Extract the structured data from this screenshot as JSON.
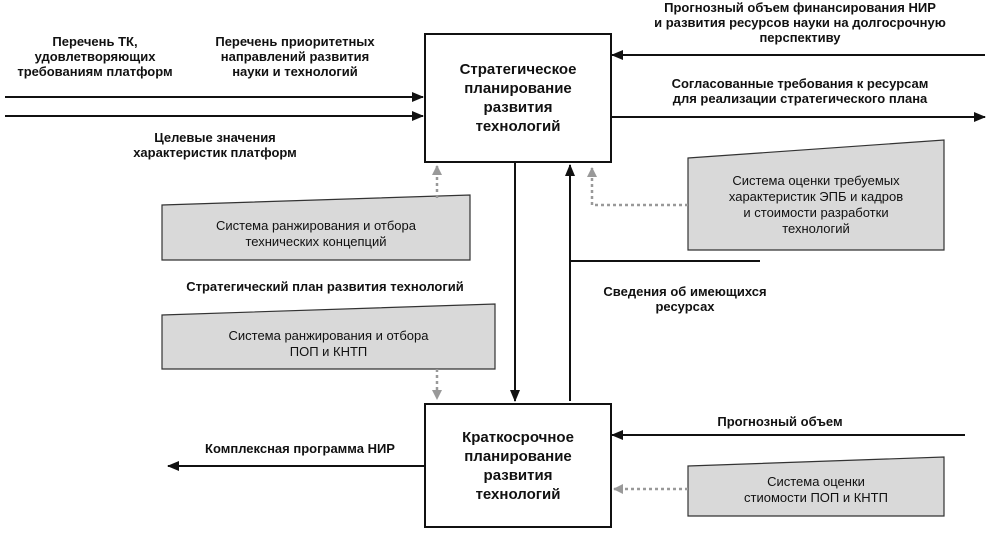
{
  "blocks": {
    "strategic": [
      "Стратегическое",
      "планирование",
      "развития",
      "технологий"
    ],
    "shortterm": [
      "Краткосрочное",
      "планирование",
      "развития",
      "технологий"
    ]
  },
  "labels": {
    "tk_list": [
      "Перечень ТК,",
      "удовлетворяющих",
      "требованиям платформ"
    ],
    "priority_list": [
      "Перечень приоритетных",
      "направлений развития",
      "науки и технологий"
    ],
    "target_values": [
      "Целевые значения",
      "характеристик платформ"
    ],
    "forecast_funding": [
      "Прогнозный объем финансирования НИР",
      "и развития ресурсов науки на долгосрочную",
      "перспективу"
    ],
    "agreed_requirements": [
      "Согласованные требования к ресурсам",
      "для реализации стратегического плана"
    ],
    "strategic_plan": "Стратегический план развития технологий",
    "resource_info": [
      "Сведения об имеющихся",
      "ресурсах"
    ],
    "forecast_volume": "Прогнозный объем",
    "complex_program": "Комплексная программа НИР"
  },
  "systems": {
    "ranking_concepts": [
      "Система ранжирования и отбора",
      "технических концепций"
    ],
    "ranking_pop": [
      "Система ранжирования и отбора",
      "ПОП и КНТП"
    ],
    "assessment_epb": [
      "Система оценки требуемых",
      "характеристик ЭПБ и кадров",
      "и стоимости разработки",
      "технологий"
    ],
    "assessment_cost": [
      "Система оценки",
      "стиомости ПОП и КНТП"
    ]
  },
  "colors": {
    "line": "#111111",
    "system_fill": "#d9d9d9",
    "dotted": "#999999"
  }
}
